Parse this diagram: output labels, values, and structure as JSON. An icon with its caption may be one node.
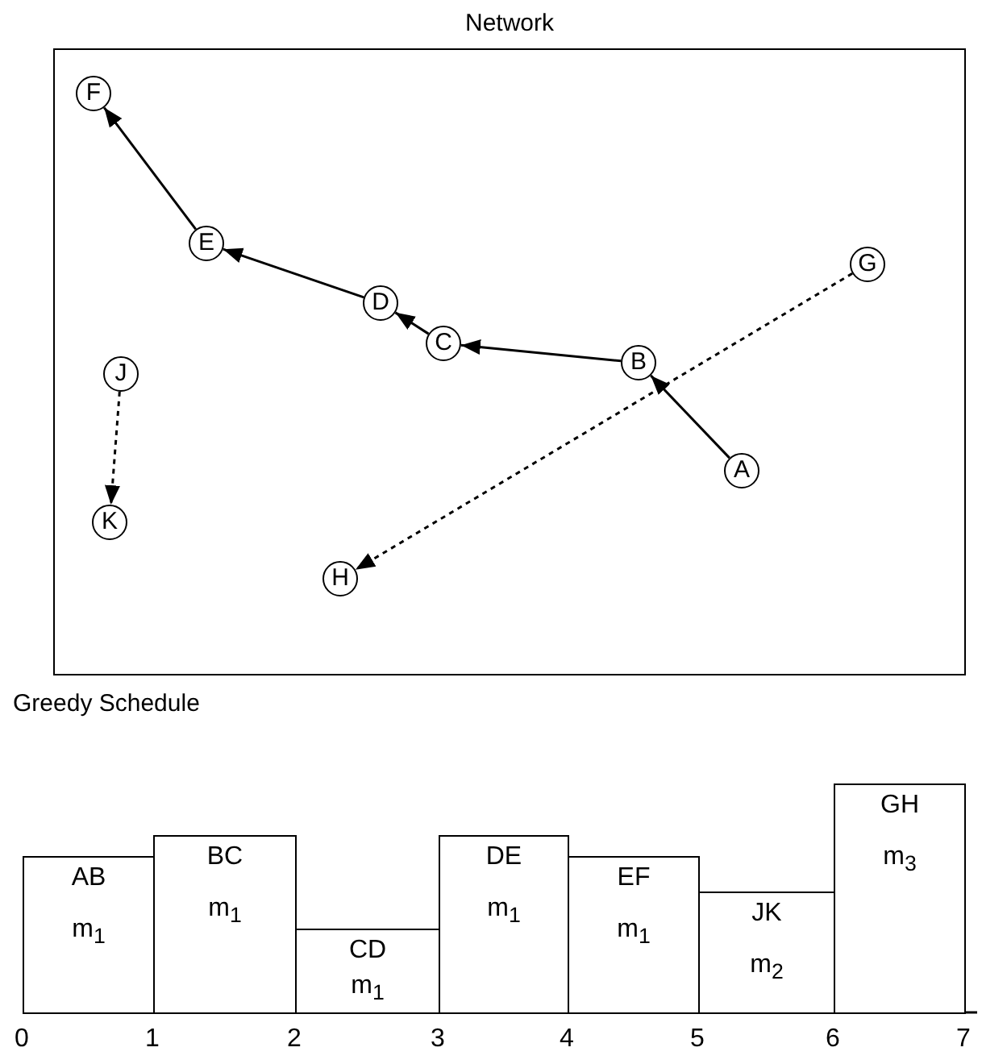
{
  "diagram": {
    "nodes": [
      {
        "text": [
          "Network"
        ]
      },
      {
        "text": [
          "F"
        ],
        "in": 0
      },
      {
        "text": [
          "E"
        ],
        "in": 0
      },
      {
        "text": [
          "G"
        ],
        "in": 0
      },
      {
        "text": [
          "D"
        ],
        "in": 0
      },
      {
        "text": [
          "C"
        ],
        "in": 0
      },
      {
        "text": [
          "B"
        ],
        "in": 0
      },
      {
        "text": [
          "J"
        ],
        "in": 0
      },
      {
        "text": [
          "A"
        ],
        "in": 0
      },
      {
        "text": [
          "K"
        ],
        "in": 0
      },
      {
        "text": [
          "H"
        ],
        "in": 0
      },
      {
        "text": [
          "AB",
          "m$_{1}$"
        ]
      },
      {
        "text": [
          "BC",
          "m$_{1}$"
        ]
      },
      {
        "text": [
          "CD",
          "m$_{1}$"
        ]
      },
      {
        "text": [
          "DE",
          "m$_{1}$"
        ]
      },
      {
        "text": [
          "EF",
          "m$_{1}$"
        ]
      },
      {
        "text": [
          "JK",
          "m$_{2}$"
        ]
      },
      {
        "text": [
          "GH",
          "m$_{3}$"
        ]
      }
    ],
    "edges": [
      {
        "from": 8,
        "to": 6,
        "arrow": "to"
      },
      {
        "from": 6,
        "to": 5,
        "arrow": "to"
      },
      {
        "from": 5,
        "to": 4,
        "arrow": "to"
      },
      {
        "from": 4,
        "to": 2,
        "arrow": "to"
      },
      {
        "from": 2,
        "to": 1,
        "arrow": "to"
      },
      {
        "from": 3,
        "to": 10,
        "arrow": "to",
        "style": "dashed"
      },
      {
        "from": 7,
        "to": 9,
        "arrow": "to",
        "style": "dashed"
      }
    ],
    "labels": [
      "Greedy Schedule",
      "0",
      "1",
      "2",
      "3",
      "4",
      "5",
      "6",
      "7"
    ]
  }
}
